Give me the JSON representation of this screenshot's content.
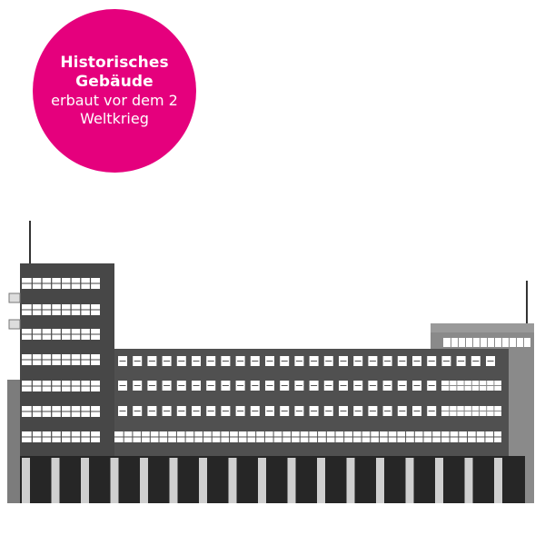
{
  "badge": {
    "line1": "Historisches",
    "line2": "Gebäude",
    "line3": "erbaut vor dem 2",
    "line4": "Weltkrieg",
    "color": "#e5007d"
  },
  "colors": {
    "background": "#ffffff",
    "tower": "#4a4a4a",
    "main_block": "#505050",
    "side_wing": "#8a8a8a",
    "windows": "#ffffff",
    "ground_floor": "#262626",
    "pillars": "#cfcfcf"
  },
  "illustration": {
    "subject": "building-illustration"
  }
}
